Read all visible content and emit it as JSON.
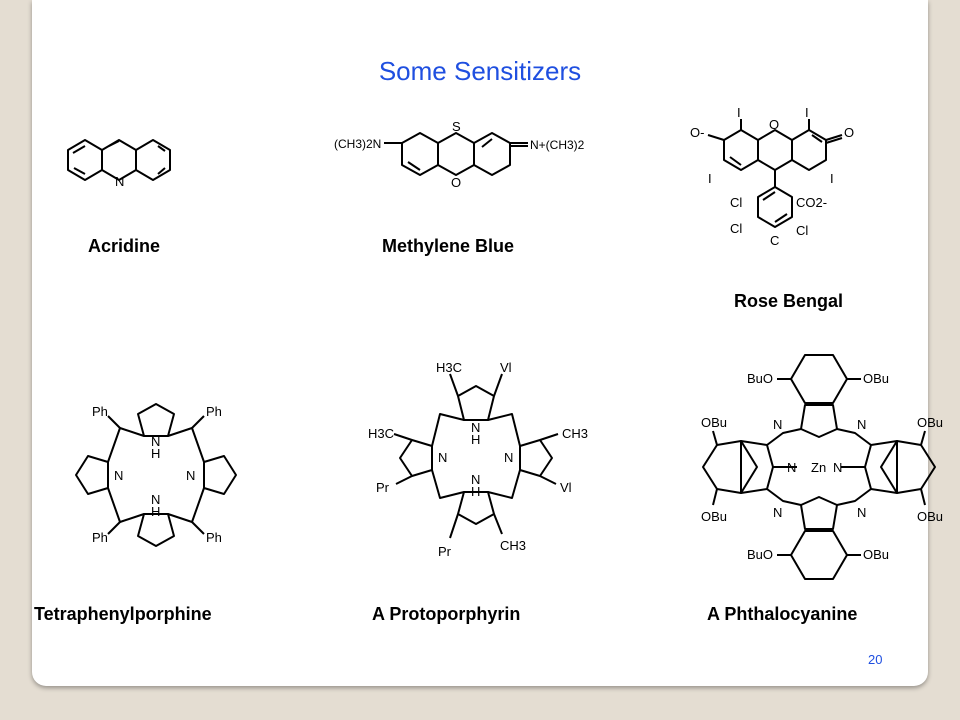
{
  "slide": {
    "title": "Some Sensitizers",
    "page_number": "20",
    "title_color": "#1f4fe0",
    "background": "#e4ddd2"
  },
  "structures": [
    {
      "name": "Acridine",
      "atom_labels": [
        "N"
      ]
    },
    {
      "name": "Methylene Blue",
      "atom_labels": [
        "(CH3)2N",
        "S",
        "O",
        "N+(CH3)2"
      ]
    },
    {
      "name": "Rose Bengal",
      "atom_labels": [
        "I",
        "I",
        "O",
        "O",
        "O-",
        "I",
        "I",
        "Cl",
        "Cl",
        "Cl",
        "C",
        "CO2-"
      ]
    },
    {
      "name": "Tetraphenylporphine",
      "atom_labels": [
        "Ph",
        "Ph",
        "Ph",
        "Ph",
        "N",
        "N",
        "N",
        "H",
        "N",
        "H"
      ]
    },
    {
      "name": "A Protoporphyrin",
      "atom_labels": [
        "H3C",
        "Vl",
        "H3C",
        "CH3",
        "Pr",
        "Vl",
        "N",
        "H",
        "N",
        "N",
        "N",
        "H",
        "Pr",
        "CH3"
      ]
    },
    {
      "name": "A Phthalocyanine",
      "atom_labels": [
        "BuO",
        "OBu",
        "OBu",
        "OBu",
        "N",
        "N",
        "N",
        "Zn",
        "N",
        "OBu",
        "OBu",
        "N",
        "N",
        "BuO",
        "OBu"
      ]
    }
  ]
}
